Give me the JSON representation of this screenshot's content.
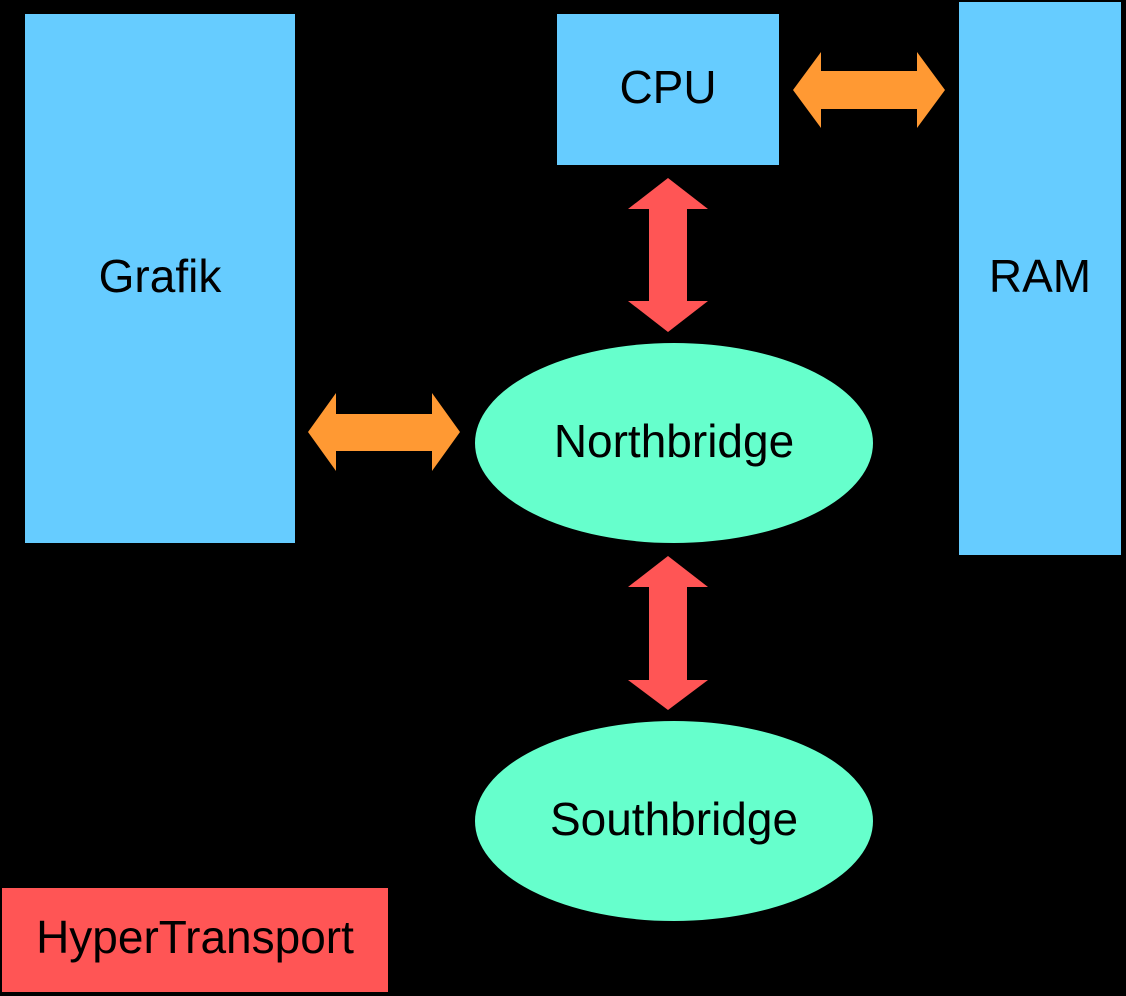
{
  "colors": {
    "background": "#000000",
    "component": "#66ccff",
    "bridge": "#66ffcc",
    "hypertransport": "#ff5555",
    "other_link": "#ff9933",
    "outline": "#000000",
    "text": "#000000"
  },
  "nodes": {
    "cpu": {
      "label": "CPU"
    },
    "ram": {
      "label": "RAM"
    },
    "grafik": {
      "label": "Grafik"
    },
    "northbridge": {
      "label": "Northbridge"
    },
    "southbridge": {
      "label": "Southbridge"
    }
  },
  "legend": {
    "hypertransport_label": "HyperTransport"
  },
  "connections": [
    {
      "from": "cpu",
      "to": "ram",
      "type": "other"
    },
    {
      "from": "cpu",
      "to": "northbridge",
      "type": "hypertransport"
    },
    {
      "from": "grafik",
      "to": "northbridge",
      "type": "other"
    },
    {
      "from": "northbridge",
      "to": "southbridge",
      "type": "hypertransport"
    }
  ]
}
